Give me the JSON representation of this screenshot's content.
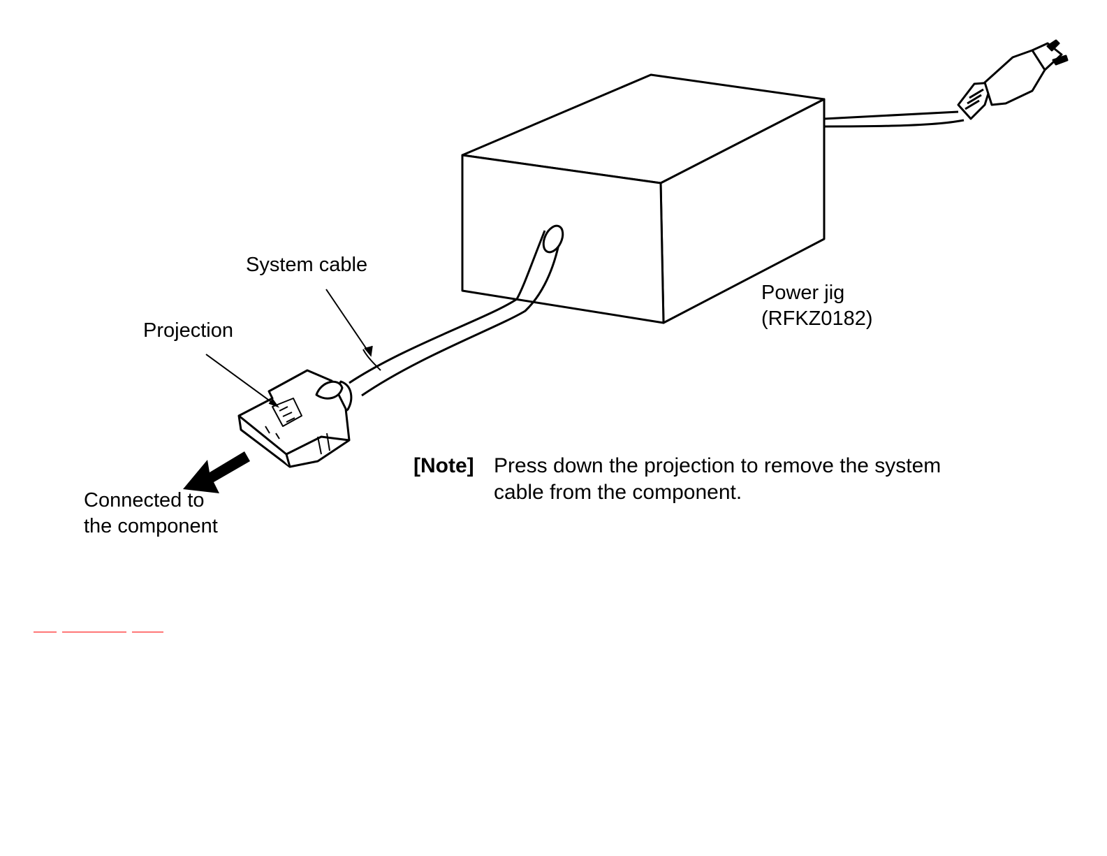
{
  "labels": {
    "system_cable": "System cable",
    "projection": "Projection",
    "power_jig": "Power jig\n(RFKZ0182)",
    "connected": "Connected to\nthe component"
  },
  "note": {
    "tag": "[Note]",
    "text": "Press down the projection to remove the system cable from the component."
  },
  "nav_links": {
    "color": "#ff0000"
  }
}
